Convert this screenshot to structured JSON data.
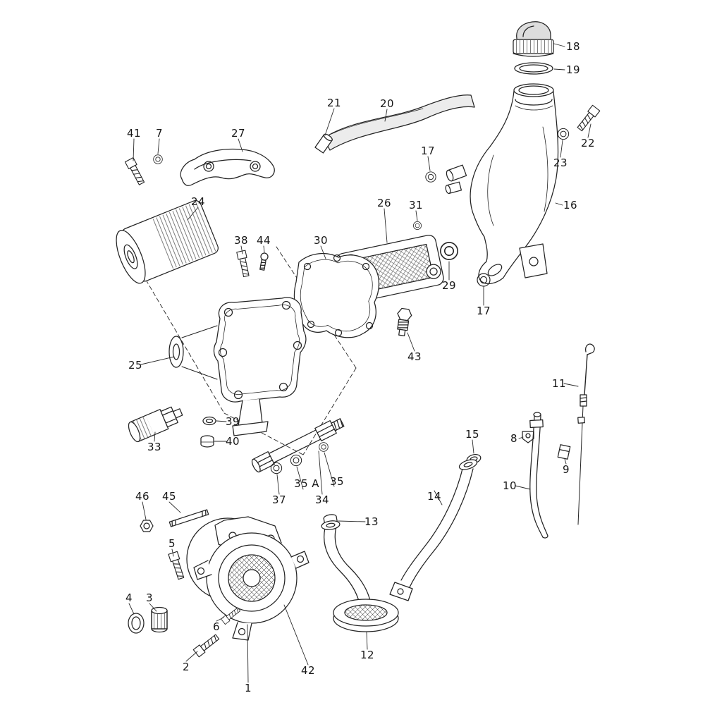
{
  "diagram": {
    "type": "exploded-parts-diagram",
    "background_color": "#ffffff",
    "line_color": "#232323",
    "labels": [
      {
        "text": "41"
      },
      {
        "text": "7"
      },
      {
        "text": "27"
      },
      {
        "text": "24"
      },
      {
        "text": "21"
      },
      {
        "text": "20"
      },
      {
        "text": "18"
      },
      {
        "text": "19"
      },
      {
        "text": "22"
      },
      {
        "text": "23"
      },
      {
        "text": "16"
      },
      {
        "text": "17"
      },
      {
        "text": "26"
      },
      {
        "text": "31"
      },
      {
        "text": "29"
      },
      {
        "text": "30"
      },
      {
        "text": "38"
      },
      {
        "text": "44"
      },
      {
        "text": "17"
      },
      {
        "text": "43"
      },
      {
        "text": "25"
      },
      {
        "text": "33"
      },
      {
        "text": "39"
      },
      {
        "text": "40"
      },
      {
        "text": "37"
      },
      {
        "text": "35 A"
      },
      {
        "text": "35"
      },
      {
        "text": "34"
      },
      {
        "text": "15"
      },
      {
        "text": "14"
      },
      {
        "text": "8"
      },
      {
        "text": "11"
      },
      {
        "text": "9"
      },
      {
        "text": "10"
      },
      {
        "text": "46"
      },
      {
        "text": "45"
      },
      {
        "text": "5"
      },
      {
        "text": "13"
      },
      {
        "text": "4"
      },
      {
        "text": "3"
      },
      {
        "text": "6"
      },
      {
        "text": "2"
      },
      {
        "text": "12"
      },
      {
        "text": "42"
      },
      {
        "text": "1"
      }
    ]
  }
}
